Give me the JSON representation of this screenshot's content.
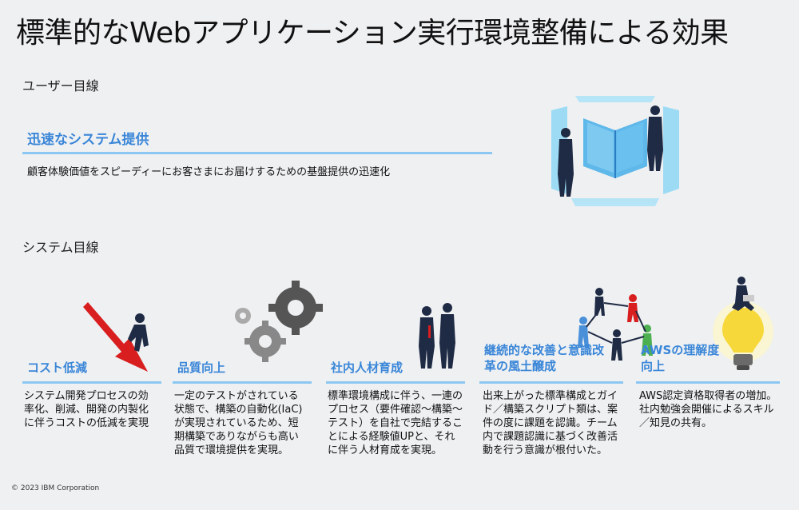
{
  "title": "標準的なWebアプリケーション実行環境整備による効果",
  "user_section": {
    "label": "ユーザー目線",
    "heading": "迅速なシステム提供",
    "description": "顧客体験価値をスピーディーにお客さまにお届けするための基盤提供の迅速化"
  },
  "system_section": {
    "label": "システム目線",
    "columns": [
      {
        "heading": "コスト低減",
        "description": "システム開発プロセスの効率化、削減、開発の内製化に伴うコストの低減を実現",
        "illustration": "declining-arrow-businessman"
      },
      {
        "heading": "品質向上",
        "description": "一定のテストがされている状態で、構築の自動化(IaC)が実現されているため、短期構築でありながらも高い品質で環境提供を実現。",
        "illustration": "gears-icon"
      },
      {
        "heading": "社内人材育成",
        "description": "標準環境構成に伴う、一連のプロセス（要件確認～構築～テスト）を自社で完結することによる経験値UPと、それに伴う人材育成を実現。",
        "illustration": "mentoring-people"
      },
      {
        "heading": "継続的な改善と意識改革の風土醸成",
        "description": "出来上がった標準構成とガイド／構築スクリプト類は、案件の度に課題を認識。チーム内で課題認識に基づく改善活動を行う意識が根付いた。",
        "illustration": "team-circle-people"
      },
      {
        "heading": "AWSの理解度向上",
        "description": "AWS認定資格取得者の増加。社内勉強会開催によるスキル／知見の共有。",
        "illustration": "lightbulb-icon"
      }
    ]
  },
  "footer": "© 2023 IBM Corporation",
  "colors": {
    "accent_blue": "#3a86d8",
    "rule_blue": "#8cc7f2",
    "background": "#eef0f2",
    "arrow_red": "#d81e1e"
  }
}
